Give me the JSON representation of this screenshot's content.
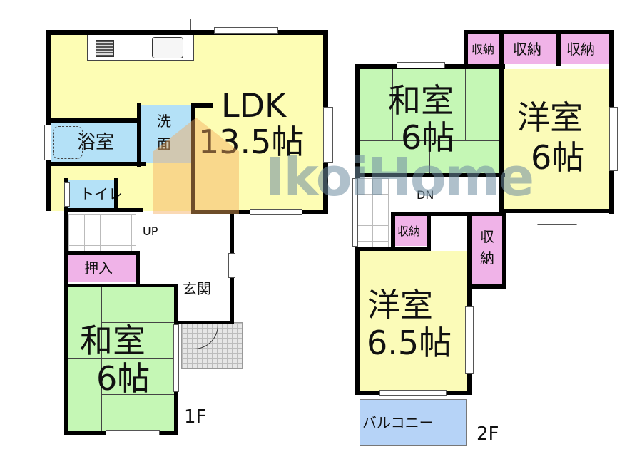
{
  "floor_1": {
    "label": "1F",
    "rooms": {
      "ldk": {
        "name": "LDK",
        "size": "13.5帖"
      },
      "washroom": {
        "name_line1": "洗",
        "name_line2": "面"
      },
      "bathroom": {
        "name": "浴室"
      },
      "toilet": {
        "name": "トイレ"
      },
      "closet": {
        "name": "押入"
      },
      "entrance": {
        "name": "玄関"
      },
      "japanese_room": {
        "name": "和室",
        "size": "6帖"
      }
    },
    "stairs": {
      "label": "UP"
    }
  },
  "floor_2": {
    "label": "2F",
    "rooms": {
      "japanese_room": {
        "name": "和室",
        "size": "6帖"
      },
      "western_room_a": {
        "name": "洋室",
        "size": "6帖"
      },
      "western_room_b": {
        "name": "洋室",
        "size": "6.5帖"
      },
      "storage_1": {
        "name": "収納"
      },
      "storage_2": {
        "name": "収納"
      },
      "storage_3": {
        "name": "収納"
      },
      "storage_4": {
        "name": "収納"
      },
      "storage_5_line1": {
        "name": "収"
      },
      "storage_5_line2": {
        "name": "納"
      },
      "balcony": {
        "name": "バルコニー"
      }
    },
    "stairs": {
      "label": "DN"
    }
  },
  "watermark": {
    "text": "IkoiHome"
  },
  "colors": {
    "ldk": "#fdfdb4",
    "wet_area": "#b4e1f7",
    "japanese_room": "#c5f7b5",
    "western_room": "#fbfbb8",
    "storage": "#f0b3e8",
    "balcony": "#b6d3f7"
  }
}
